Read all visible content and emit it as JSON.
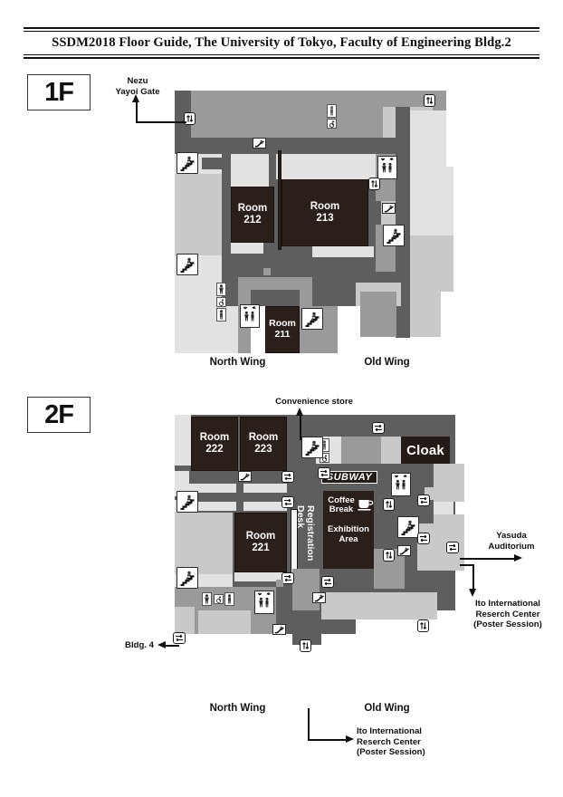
{
  "document": {
    "title": "SSDM2018 Floor Guide, The University of Tokyo, Faculty of Engineering Bldg.2"
  },
  "floors": [
    {
      "id": "1f",
      "badge": "1F",
      "rooms": [
        {
          "name": "Room",
          "number": "212"
        },
        {
          "name": "Room",
          "number": "213"
        },
        {
          "name": "Room",
          "number": "211"
        }
      ],
      "wings": [
        {
          "label": "North Wing"
        },
        {
          "label": "Old Wing"
        }
      ],
      "annotations": [
        {
          "text": "Nezu\nYayoi Gate",
          "direction": "up"
        }
      ],
      "icons": [
        {
          "name": "stairs-icon",
          "count": 5
        },
        {
          "name": "elevator-icon",
          "count": 2
        },
        {
          "name": "restroom-icon",
          "count": 2
        },
        {
          "name": "accessible-restroom-icon",
          "count": 2
        },
        {
          "name": "escalator-icon",
          "count": 3
        },
        {
          "name": "passage-updown-icon",
          "count": 3
        }
      ]
    },
    {
      "id": "2f",
      "badge": "2F",
      "rooms": [
        {
          "name": "Room",
          "number": "222"
        },
        {
          "name": "Room",
          "number": "223"
        },
        {
          "name": "Room",
          "number": "221"
        }
      ],
      "facilities": {
        "cloak": "Cloak",
        "subway": "SUBWAY",
        "coffee_break": "Coffee\nBreak",
        "exhibition_area": "Exhibition\nArea",
        "registration_desk": "Registration Desk"
      },
      "wings": [
        {
          "label": "North Wing"
        },
        {
          "label": "Old Wing"
        }
      ],
      "annotations": [
        {
          "text": "Convenience store",
          "direction": "up"
        },
        {
          "text": "Yasuda\nAuditorium",
          "direction": "right"
        },
        {
          "text": "Ito International\nReserch Center\n(Poster Session)",
          "direction": "down"
        },
        {
          "text": "Bldg. 4",
          "direction": "left"
        },
        {
          "text": "Ito International\nReserch Center\n(Poster Session)",
          "direction": "right"
        }
      ],
      "icons": [
        {
          "name": "stairs-icon",
          "count": 5
        },
        {
          "name": "elevator-icon",
          "count": 2
        },
        {
          "name": "restroom-icon",
          "count": 2
        },
        {
          "name": "accessible-restroom-icon",
          "count": 2
        },
        {
          "name": "escalator-icon",
          "count": 5
        },
        {
          "name": "passage-lr-icon",
          "count": 8
        },
        {
          "name": "passage-updown-icon",
          "count": 4
        }
      ]
    }
  ],
  "labels": {
    "nezu_yayoi_gate": "Nezu\nYayoi Gate",
    "north_wing": "North Wing",
    "old_wing": "Old Wing",
    "convenience_store": "Convenience store",
    "yasuda_auditorium": "Yasuda\nAuditorium",
    "ito_center": "Ito International\nReserch Center\n(Poster Session)",
    "bldg4": "Bldg. 4",
    "room_212_name": "Room",
    "room_212_no": "212",
    "room_213_name": "Room",
    "room_213_no": "213",
    "room_211_name": "Room",
    "room_211_no": "211",
    "room_222_name": "Room",
    "room_222_no": "222",
    "room_223_name": "Room",
    "room_223_no": "223",
    "room_221_name": "Room",
    "room_221_no": "221",
    "cloak": "Cloak",
    "subway": "SUBWAY",
    "coffee_l1": "Coffee",
    "coffee_l2": "Break",
    "exh_l1": "Exhibition",
    "exh_l2": "Area",
    "registration_desk": "Registration Desk",
    "badge_1f": "1F",
    "badge_2f": "2F"
  },
  "colors": {
    "room_fill": "#2b1f1a",
    "corridor_dark": "#5e5e5e",
    "block_mid": "#9a9a9a",
    "block_light": "#c9c9c9",
    "block_xlight": "#e2e2e2",
    "ink": "#111111",
    "paper": "#ffffff"
  }
}
